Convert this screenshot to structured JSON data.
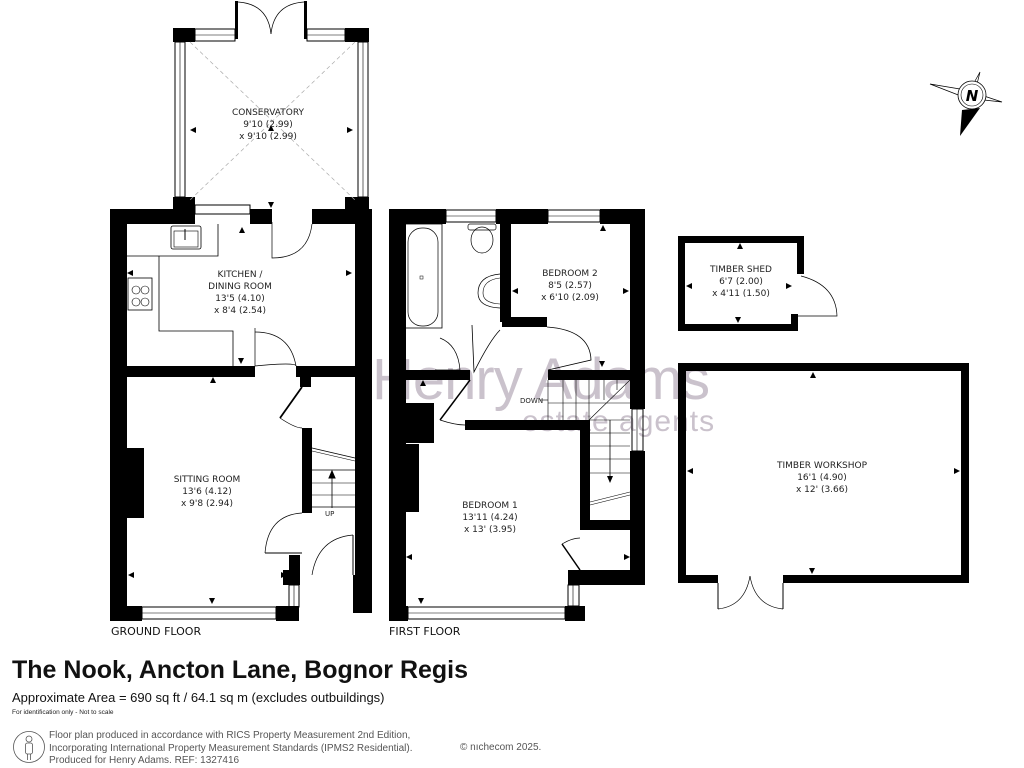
{
  "property": {
    "title": "The Nook, Ancton Lane, Bognor Regis",
    "area": "Approximate Area = 690 sq ft / 64.1 sq m (excludes outbuildings)",
    "note": "For identification only - Not to scale"
  },
  "floors": {
    "ground": {
      "label": "GROUND FLOOR"
    },
    "first": {
      "label": "FIRST FLOOR"
    }
  },
  "rooms": {
    "conservatory": {
      "name": "CONSERVATORY",
      "dim1": "9'10 (2.99)",
      "dim2": "x 9'10 (2.99)"
    },
    "kitchen": {
      "name1": "KITCHEN /",
      "name2": "DINING ROOM",
      "dim1": "13'5 (4.10)",
      "dim2": "x 8'4 (2.54)"
    },
    "sitting": {
      "name": "SITTING ROOM",
      "dim1": "13'6 (4.12)",
      "dim2": "x 9'8 (2.94)"
    },
    "bedroom2": {
      "name": "BEDROOM 2",
      "dim1": "8'5 (2.57)",
      "dim2": "x 6'10 (2.09)"
    },
    "bedroom1": {
      "name": "BEDROOM 1",
      "dim1": "13'11 (4.24)",
      "dim2": "x 13' (3.95)"
    },
    "shed": {
      "name": "TIMBER SHED",
      "dim1": "6'7 (2.00)",
      "dim2": "x 4'11 (1.50)"
    },
    "workshop": {
      "name": "TIMBER WORKSHOP",
      "dim1": "16'1 (4.90)",
      "dim2": "x 12' (3.66)"
    }
  },
  "stairs": {
    "up_label": "UP",
    "down_label": "DOWN"
  },
  "compass": {
    "label": "N"
  },
  "watermark": {
    "line1": "Henry Adams",
    "line2": "estate agents"
  },
  "footer": {
    "legal_line1": "Floor plan produced in accordance with RICS Property Measurement 2nd Edition,",
    "legal_line2": "Incorporating International Property Measurement Standards (IPMS2 Residential).",
    "legal_line3": "Produced for Henry Adams.   REF: 1327416",
    "copyright": "© nıchecom 2025."
  },
  "colors": {
    "wall": "#000000",
    "watermark": "#b9aebb",
    "text": "#111111",
    "legal": "#555555"
  }
}
